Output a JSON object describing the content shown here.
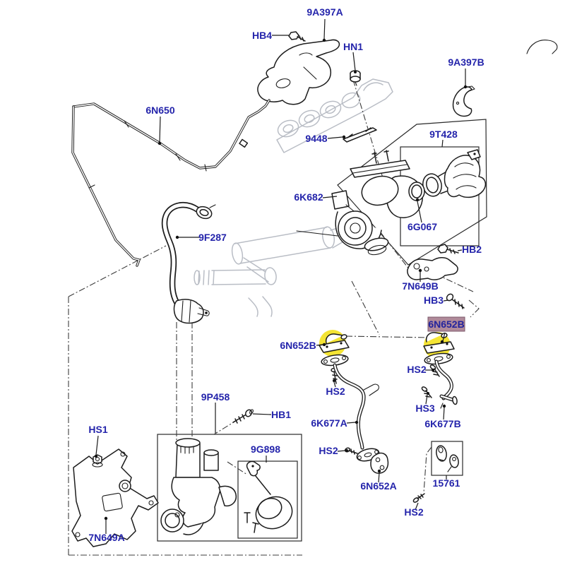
{
  "diagram": {
    "type": "exploded-parts-diagram",
    "subject": "turbocharger and oil tube assembly parts diagram",
    "background_color": "#ffffff",
    "label_color": "#2424ab",
    "line_color": "#1c1c1c",
    "ghost_line_color": "#b9bdc5",
    "highlight_circle_color": "#f4e434",
    "highlight_label_bg": "#b08a9a",
    "highlight_label_border": "#7d5a6b",
    "labels": [
      {
        "text": "9A397A",
        "highlighted": false
      },
      {
        "text": "HB4",
        "highlighted": false
      },
      {
        "text": "HN1",
        "highlighted": false
      },
      {
        "text": "9A397B",
        "highlighted": false
      },
      {
        "text": "6N650",
        "highlighted": false
      },
      {
        "text": "9448",
        "highlighted": false
      },
      {
        "text": "9T428",
        "highlighted": false
      },
      {
        "text": "6K682",
        "highlighted": false
      },
      {
        "text": "6G067",
        "highlighted": false
      },
      {
        "text": "9F287",
        "highlighted": false
      },
      {
        "text": "HB2",
        "highlighted": false
      },
      {
        "text": "7N649B",
        "highlighted": false
      },
      {
        "text": "HB3",
        "highlighted": false
      },
      {
        "text": "6N652B",
        "highlighted": true
      },
      {
        "text": "6N652B",
        "highlighted": false
      },
      {
        "text": "HS2",
        "highlighted": false
      },
      {
        "text": "6K677A",
        "highlighted": false
      },
      {
        "text": "HB1",
        "highlighted": false
      },
      {
        "text": "HS1",
        "highlighted": false
      },
      {
        "text": "9P458",
        "highlighted": false
      },
      {
        "text": "9G898",
        "highlighted": false
      },
      {
        "text": "HS2",
        "highlighted": false
      },
      {
        "text": "6N652A",
        "highlighted": false
      },
      {
        "text": "HS3",
        "highlighted": false
      },
      {
        "text": "6K677B",
        "highlighted": false
      },
      {
        "text": "HS2",
        "highlighted": false
      },
      {
        "text": "15761",
        "highlighted": false
      },
      {
        "text": "HS2",
        "highlighted": false
      },
      {
        "text": "7N649A",
        "highlighted": false
      }
    ],
    "highlight_markers": [
      {
        "name": "yellow-circle-left-6N652B"
      },
      {
        "name": "yellow-circle-right-6N652B"
      }
    ]
  }
}
